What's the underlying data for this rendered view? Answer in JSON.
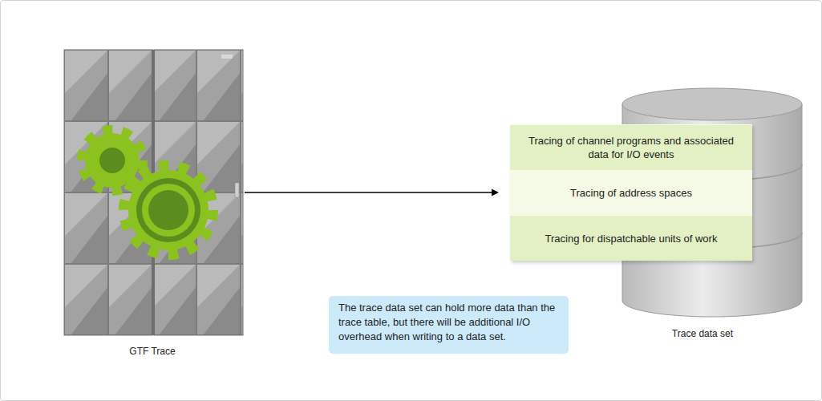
{
  "diagram": {
    "nodes": [
      {
        "text": [
          "GTF Trace"
        ]
      },
      {
        "text": [
          "Trace data set"
        ]
      },
      {
        "text": [
          "Tracing of channel programs and associated data for I/O events"
        ],
        "in": 1
      },
      {
        "text": [
          "Tracing of address spaces"
        ],
        "in": 1
      },
      {
        "text": [
          "Tracing for dispatchable units of work"
        ],
        "in": 1
      },
      {
        "text": [
          "The trace data set can hold more data than the trace table, but there will be additional I/O overhead when writing to a data set."
        ]
      }
    ],
    "edges": [
      {
        "from": 0,
        "to": 1,
        "arrow": "to"
      }
    ]
  }
}
